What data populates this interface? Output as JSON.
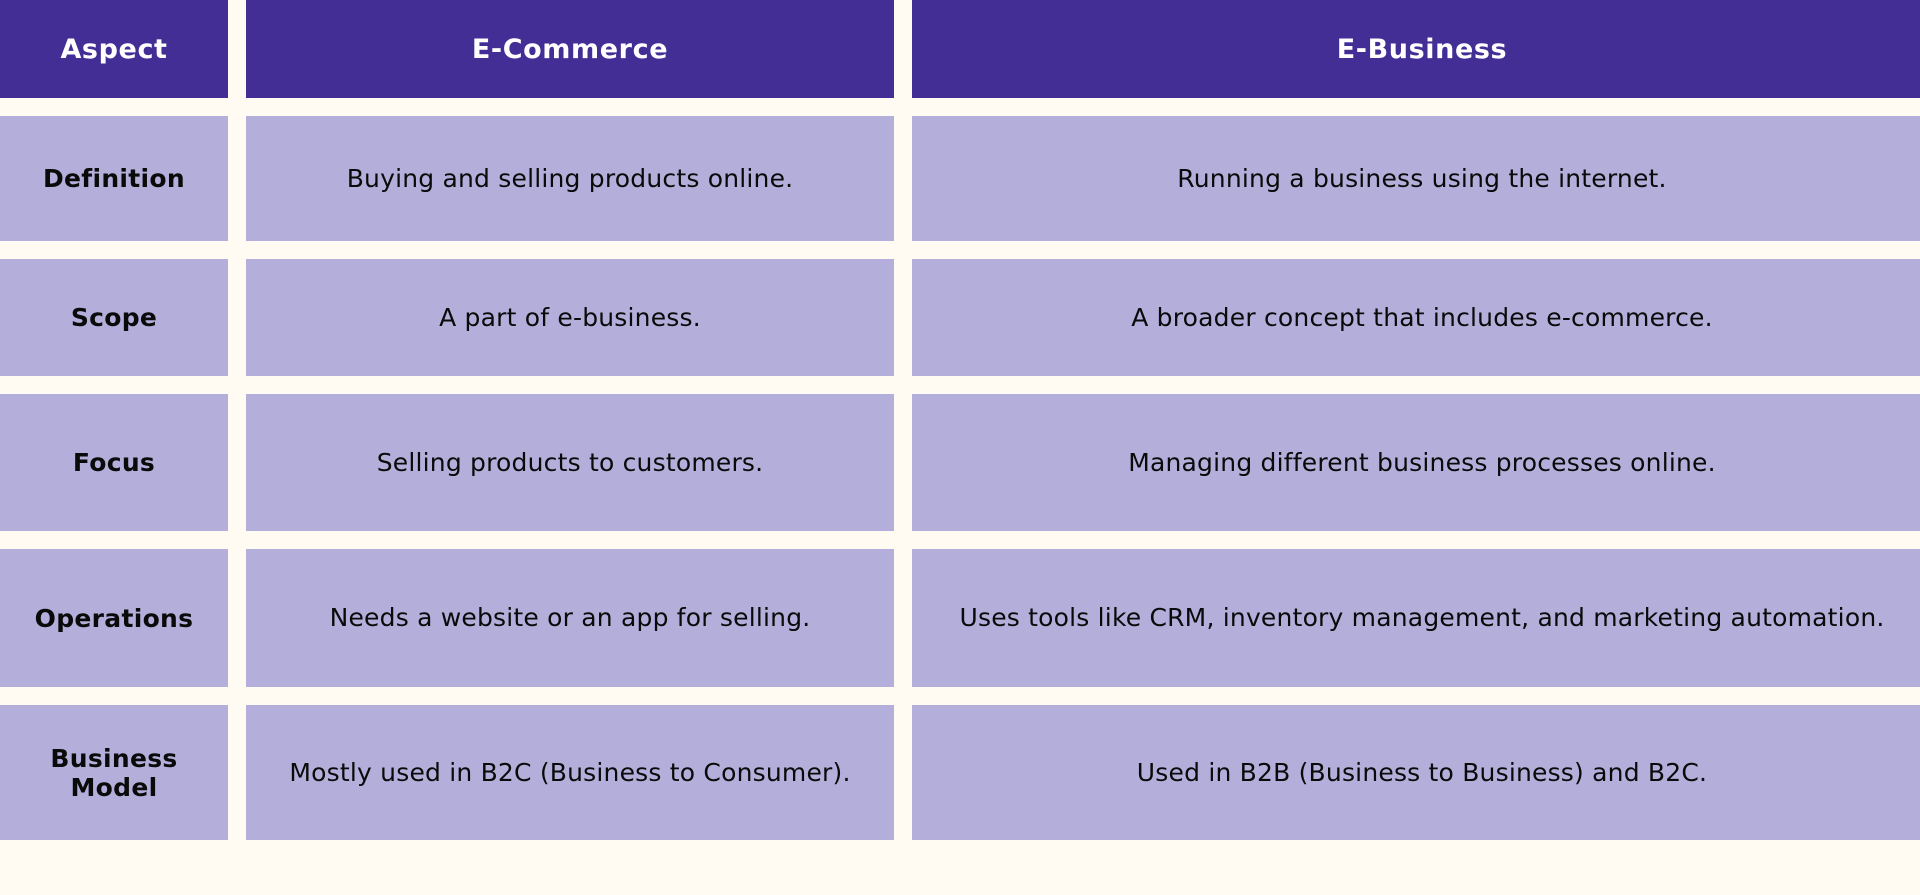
{
  "table": {
    "headers": [
      {
        "label": "Aspect"
      },
      {
        "label": "E-Commerce"
      },
      {
        "label": "E-Business"
      }
    ],
    "rows": [
      {
        "aspect": "Definition",
        "ecommerce": "Buying and selling products online.",
        "ebusiness": "Running a business using the internet."
      },
      {
        "aspect": "Scope",
        "ecommerce": "A part of e-business.",
        "ebusiness": "A broader concept that includes e-commerce."
      },
      {
        "aspect": "Focus",
        "ecommerce": "Selling products to customers.",
        "ebusiness": "Managing different business processes online."
      },
      {
        "aspect": "Operations",
        "ecommerce": "Needs a website or an app for selling.",
        "ebusiness": "Uses tools like CRM, inventory management, and marketing automation."
      },
      {
        "aspect": "Business Model",
        "ecommerce": "Mostly used in B2C (Business to Consumer).",
        "ebusiness": "Used in B2B (Business to Business) and B2C."
      }
    ]
  },
  "colors": {
    "header_background": "#422E95",
    "header_text": "#FFFFFF",
    "cell_background": "#B4AEDB",
    "cell_text": "#0A0A0A",
    "page_background": "#FFFBF2"
  }
}
